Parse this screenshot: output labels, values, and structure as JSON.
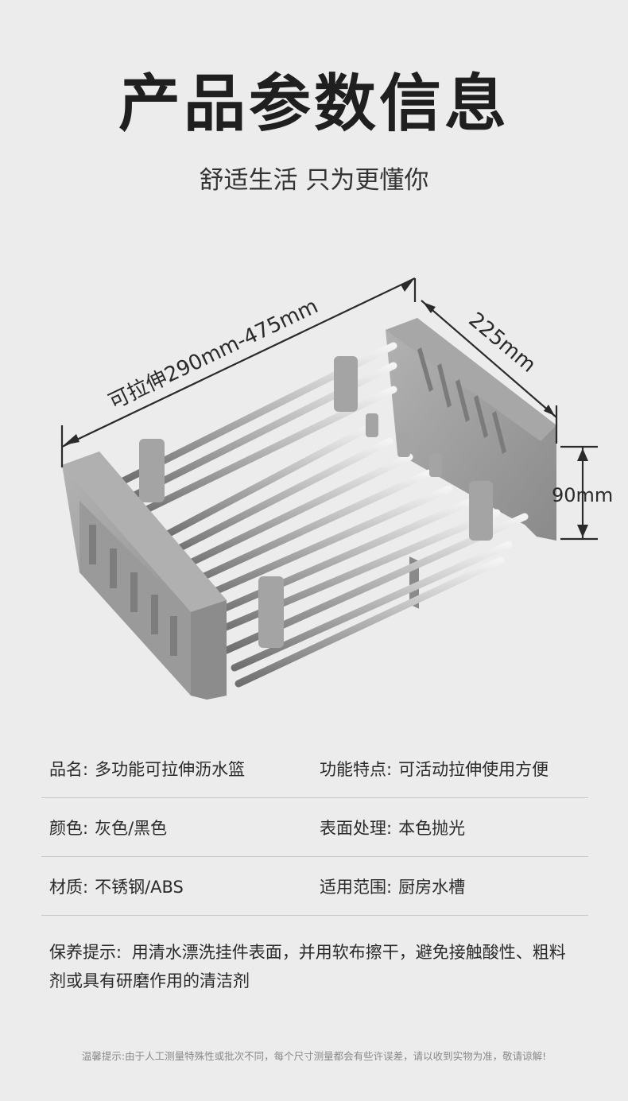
{
  "header": {
    "title": "产品参数信息",
    "subtitle": "舒适生活 只为更懂你"
  },
  "dimensions": {
    "length": "可拉伸290mm-475mm",
    "width": "225mm",
    "height": "90mm"
  },
  "specs": {
    "rows": [
      {
        "left_key": "品名:",
        "left_value": "多功能可拉伸沥水篮",
        "right_key": "功能特点:",
        "right_value": "可活动拉伸使用方便"
      },
      {
        "left_key": "颜色:",
        "left_value": "灰色/黑色",
        "right_key": "表面处理:",
        "right_value": "本色抛光"
      },
      {
        "left_key": "材质:",
        "left_value": "不锈钢/ABS",
        "right_key": "适用范围:",
        "right_value": "厨房水槽"
      }
    ]
  },
  "care": {
    "label": "保养提示:",
    "text": "用清水漂洗挂件表面，并用软布擦干，避免接触酸性、粗料剂或具有研磨作用的清洁剂"
  },
  "footnote": "温馨提示:由于人工测量特殊性或批次不同，每个尺寸测量都会有些许误差，请以收到实物为准，敬请谅解!",
  "colors": {
    "background": "#ececec",
    "plastic": "#9c9c9c",
    "steel": "#c8c8c8"
  }
}
